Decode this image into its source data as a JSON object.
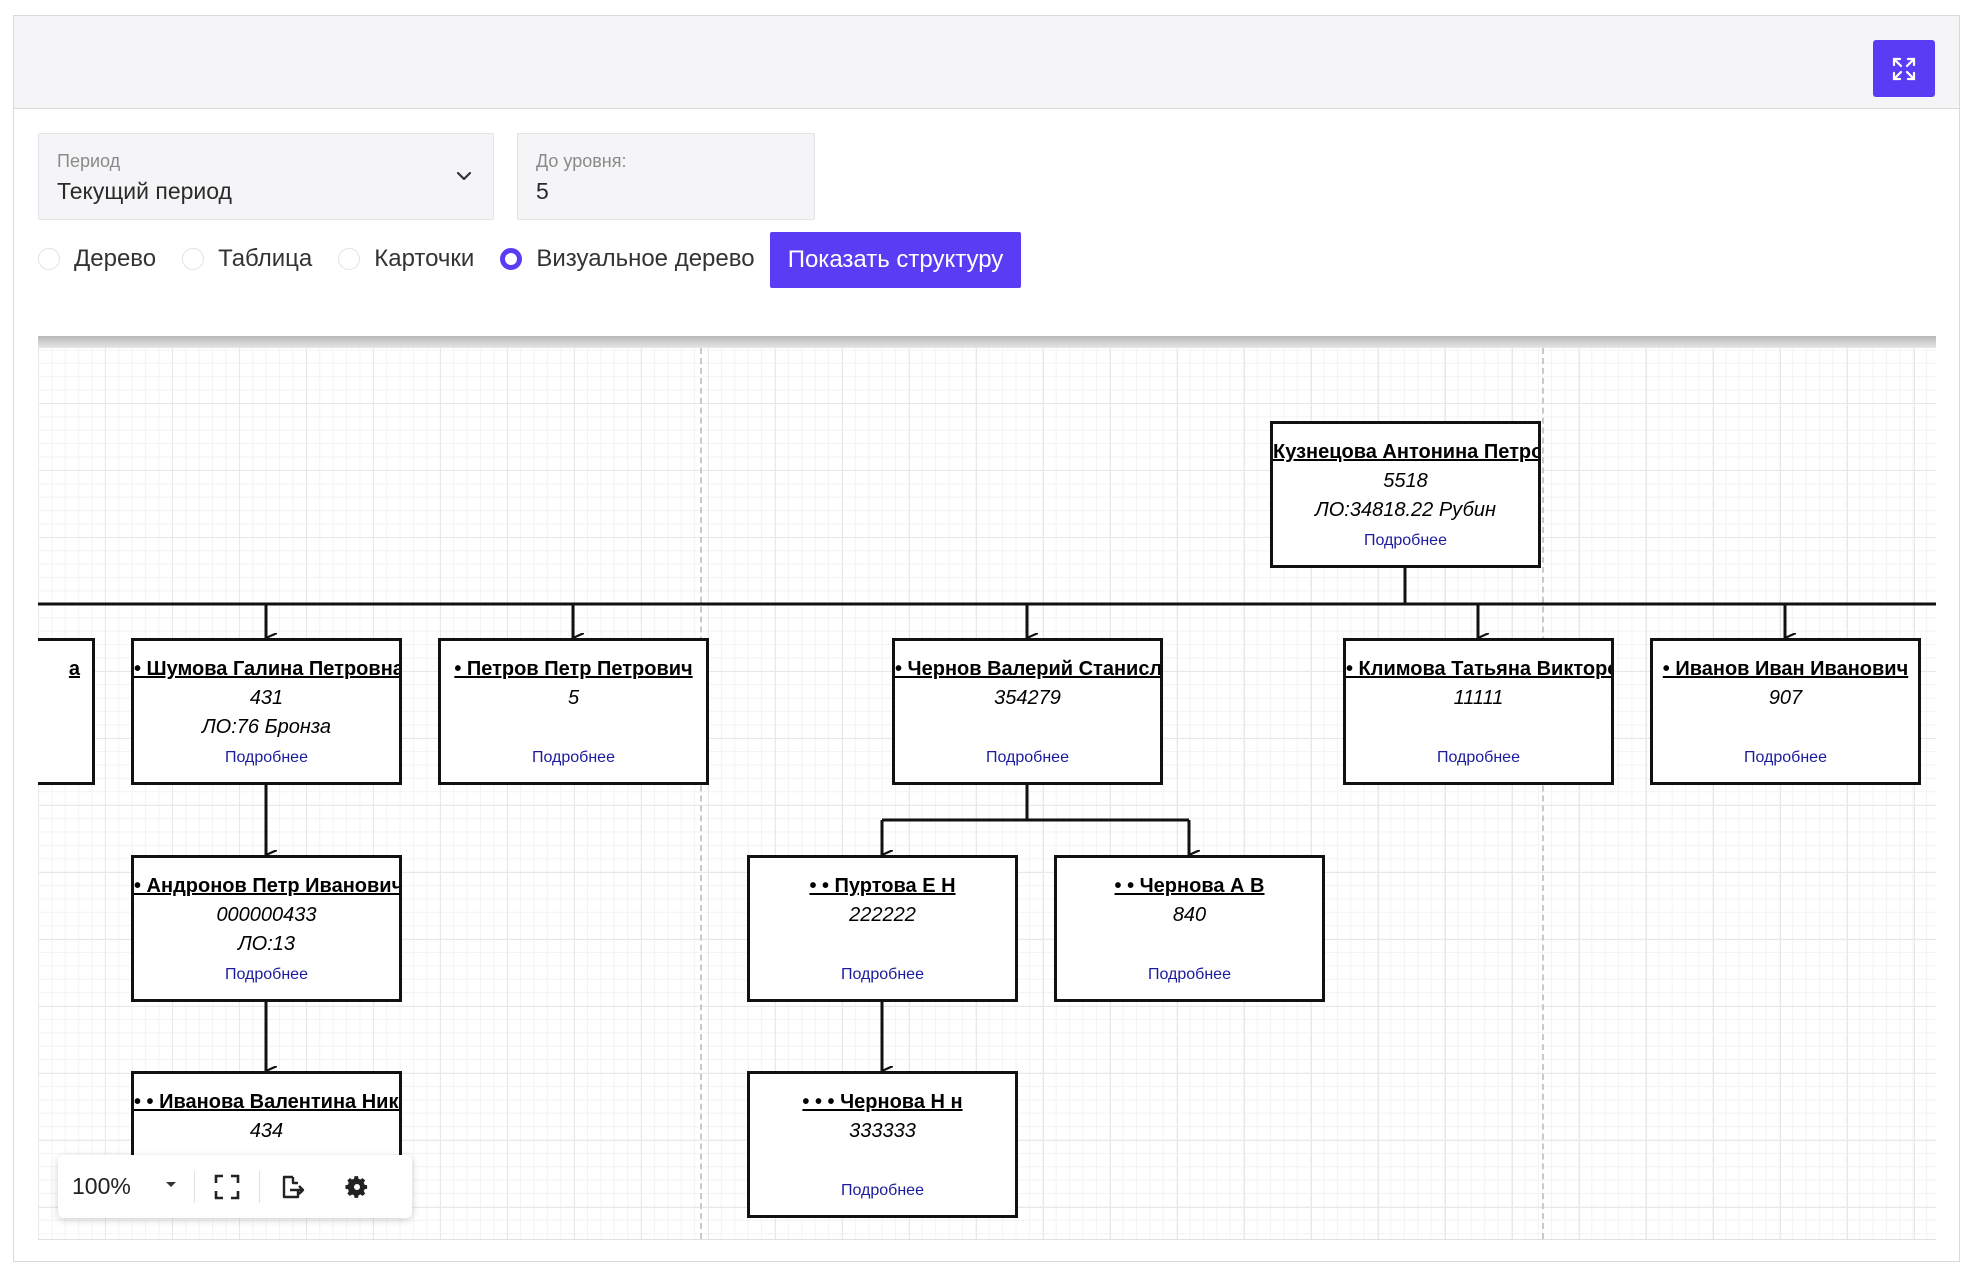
{
  "filters": {
    "period_label": "Период",
    "period_value": "Текущий период",
    "level_label": "До уровня:",
    "level_value": "5"
  },
  "view_modes": [
    {
      "label": "Дерево",
      "selected": false
    },
    {
      "label": "Таблица",
      "selected": false
    },
    {
      "label": "Карточки",
      "selected": false
    },
    {
      "label": "Визуальное дерево",
      "selected": true
    }
  ],
  "show_button": "Показать структуру",
  "icons": {
    "expand": "expand-icon",
    "dropdown": "chevron-down-icon",
    "zoom_caret": "caret-down-icon",
    "fit": "fit-screen-icon",
    "export": "export-icon",
    "settings": "gear-icon"
  },
  "accent_color": "#5b3cf5",
  "tree": {
    "more_label": "Подробнее",
    "nodes": {
      "root": {
        "name": "Кузнецова Антонина Петровна",
        "id": "5518",
        "lo": "ЛО:34818.22 Рубин"
      },
      "left_cut": {
        "name": "а",
        "id": "",
        "lo": ""
      },
      "shumova": {
        "name": "• Шумова Галина Петровна",
        "id": "431",
        "lo": "ЛО:76 Бронза"
      },
      "petrov": {
        "name": "• Петров Петр Петрович",
        "id": "5",
        "lo": ""
      },
      "chernov": {
        "name": "• Чернов Валерий Станиславович",
        "id": "354279",
        "lo": ""
      },
      "klimova": {
        "name": "• Климова Татьяна Викторовна",
        "id": "11111",
        "lo": ""
      },
      "ivanov": {
        "name": "• Иванов Иван Иванович",
        "id": "907",
        "lo": ""
      },
      "andronov": {
        "name": "• Андронов Петр Иванович",
        "id": "000000433",
        "lo": "ЛО:13"
      },
      "purtova": {
        "name": "• • Пуртова Е Н",
        "id": "222222",
        "lo": ""
      },
      "chernova_av": {
        "name": "• • Чернова А В",
        "id": "840",
        "lo": ""
      },
      "ivanova": {
        "name": "• • Иванова Валентина Николаевна",
        "id": "434",
        "lo": ""
      },
      "chernova_nn": {
        "name": "• • • Чернова Н н",
        "id": "333333",
        "lo": ""
      }
    }
  },
  "toolbar": {
    "zoom": "100%"
  }
}
